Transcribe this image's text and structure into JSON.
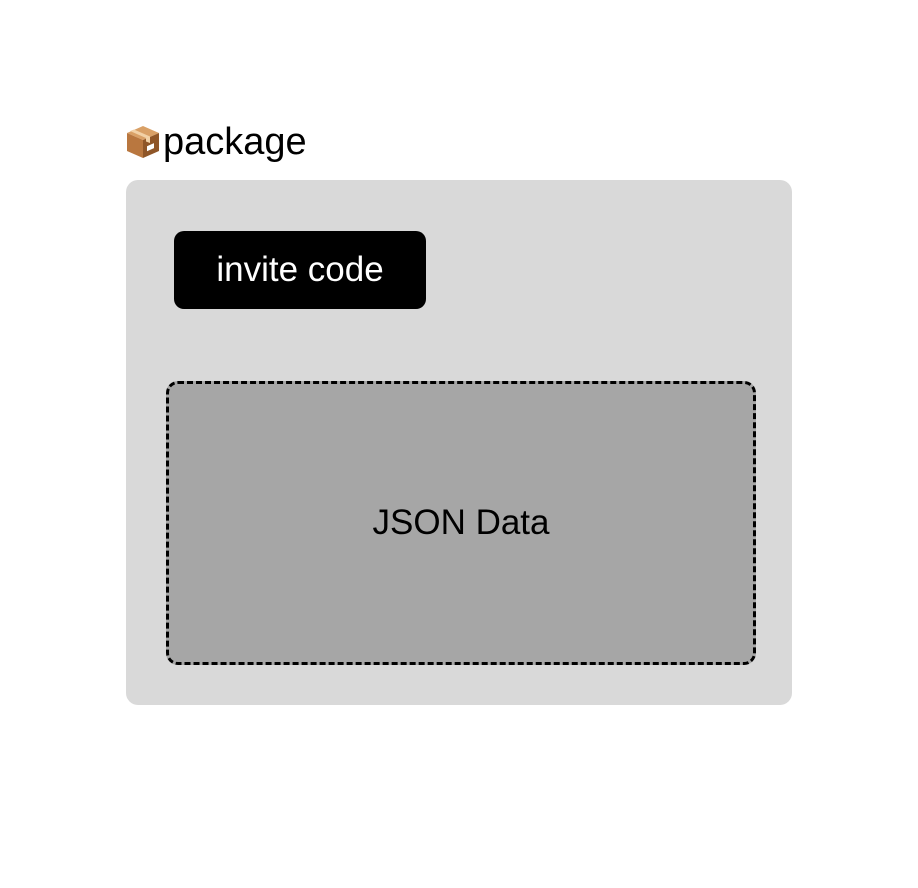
{
  "package": {
    "icon": "package-box-icon",
    "label": "package",
    "background_color": "#d9d9d9"
  },
  "invite_button": {
    "label": "invite code",
    "background_color": "#000000",
    "text_color": "#ffffff"
  },
  "json_data_box": {
    "label": "JSON Data",
    "background_color": "#a6a6a6",
    "border_style": "dashed"
  }
}
